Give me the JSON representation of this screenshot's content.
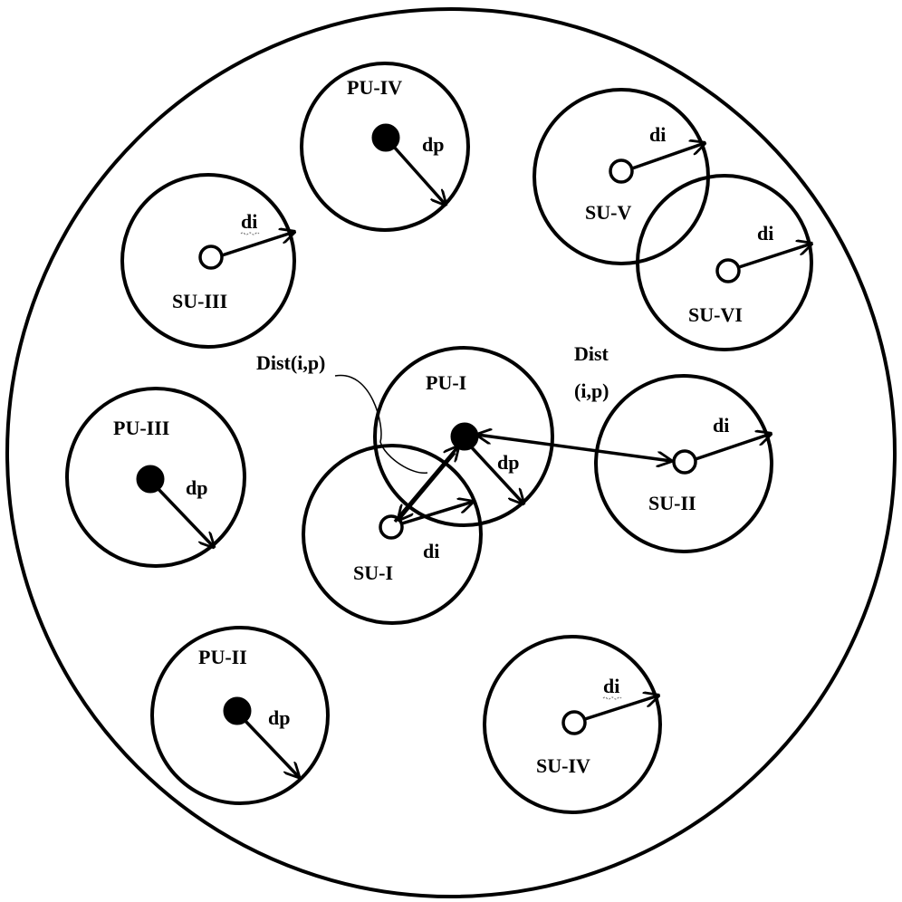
{
  "nodes": {
    "pu_i": {
      "label": "PU-I",
      "radius_label": "dp"
    },
    "pu_ii": {
      "label": "PU-II",
      "radius_label": "dp"
    },
    "pu_iii": {
      "label": "PU-III",
      "radius_label": "dp"
    },
    "pu_iv": {
      "label": "PU-IV",
      "radius_label": "dp"
    },
    "su_i": {
      "label": "SU-I",
      "radius_label": "di"
    },
    "su_ii": {
      "label": "SU-II",
      "radius_label": "di"
    },
    "su_iii": {
      "label": "SU-III",
      "radius_label": "di"
    },
    "su_iv": {
      "label": "SU-IV",
      "radius_label": "di"
    },
    "su_v": {
      "label": "SU-V",
      "radius_label": "di"
    },
    "su_vi": {
      "label": "SU-VI",
      "radius_label": "di"
    }
  },
  "distances": {
    "left": {
      "label": "Dist(i,p)"
    },
    "right": {
      "line1": "Dist",
      "line2": "(i,p)"
    }
  },
  "legend_colors": {
    "primary_user": "#000000",
    "secondary_user": "#ffffff"
  }
}
